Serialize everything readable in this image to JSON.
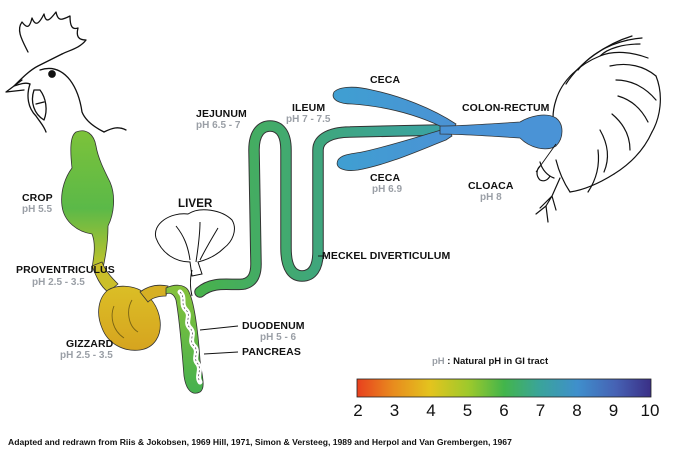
{
  "organs": {
    "crop": {
      "name": "CROP",
      "ph": "pH 5.5"
    },
    "proventriculus": {
      "name": "PROVENTRICULUS",
      "ph": "pH 2.5 - 3.5"
    },
    "gizzard": {
      "name": "GIZZARD",
      "ph": "pH 2.5 - 3.5"
    },
    "liver": {
      "name": "LIVER"
    },
    "jejunum": {
      "name": "JEJUNUM",
      "ph": "pH 6.5 - 7"
    },
    "ileum": {
      "name": "ILEUM",
      "ph": "pH 7 - 7.5"
    },
    "ceca_top": {
      "name": "CECA"
    },
    "ceca_bottom": {
      "name": "CECA",
      "ph": "pH 6.9"
    },
    "colon_rectum": {
      "name": "COLON-RECTUM"
    },
    "cloaca": {
      "name": "CLOACA",
      "ph": "pH 8"
    },
    "meckel": {
      "name": "MECKEL DIVERTICULUM"
    },
    "duodenum": {
      "name": "DUODENUM",
      "ph": "pH 5 - 6"
    },
    "pancreas": {
      "name": "PANCREAS"
    }
  },
  "legend": {
    "ph_key": "pH",
    "title_rest": " : Natural pH in GI tract",
    "ticks": [
      "2",
      "3",
      "4",
      "5",
      "6",
      "7",
      "8",
      "9",
      "10"
    ],
    "colors": [
      "#e8401e",
      "#e3b21e",
      "#b9cd2a",
      "#46b548",
      "#3aa38b",
      "#45a8c4",
      "#3f86c6",
      "#4150a6",
      "#3a2f86"
    ]
  },
  "caption": "Adapted and redrawn from Riis & Jokobsen, 1969 Hill, 1971, Simon & Versteeg, 1989 and Herpol and Van Grembergen, 1967"
}
